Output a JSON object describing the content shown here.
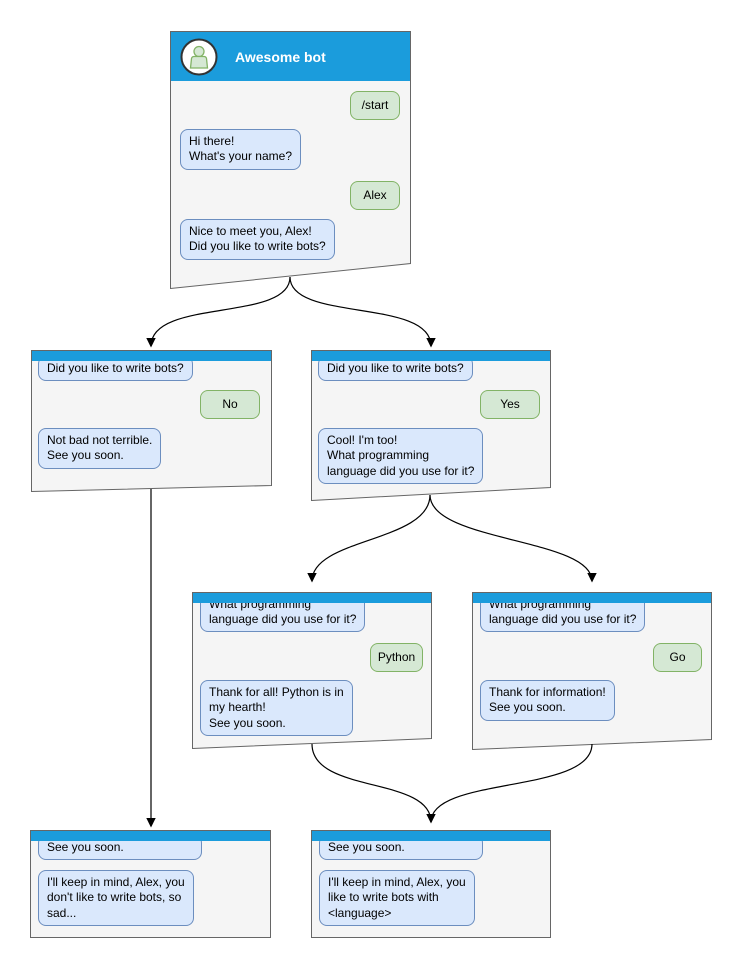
{
  "colors": {
    "header_blue": "#1B9CDC",
    "box_fill": "#F5F5F5",
    "box_stroke": "#666666",
    "bot_bubble_fill": "#DAE8FC",
    "bot_bubble_stroke": "#6C8EBF",
    "user_bubble_fill": "#D5E8D4",
    "user_bubble_stroke": "#82B366",
    "arrow_color": "#000000",
    "title_color": "#FFFFFF",
    "text_color": "#000000",
    "avatar_ring": "#333333"
  },
  "nodes": {
    "start": {
      "title": "Awesome bot",
      "messages": [
        {
          "from": "user",
          "text": "/start"
        },
        {
          "from": "bot",
          "text": "Hi there!\nWhat's your name?"
        },
        {
          "from": "user",
          "text": "Alex"
        },
        {
          "from": "bot",
          "text": "Nice to meet you, Alex!\nDid you like to write bots?"
        }
      ]
    },
    "branch_no": {
      "messages": [
        {
          "from": "bot",
          "text": "Did you like to write bots?"
        },
        {
          "from": "user",
          "text": "No"
        },
        {
          "from": "bot",
          "text": "Not bad not terrible.\nSee you soon."
        }
      ]
    },
    "branch_yes": {
      "messages": [
        {
          "from": "bot",
          "text": "Did you like to write bots?"
        },
        {
          "from": "user",
          "text": "Yes"
        },
        {
          "from": "bot",
          "text": "Cool! I'm too!\nWhat programming\nlanguage did you use for it?"
        }
      ]
    },
    "branch_python": {
      "messages": [
        {
          "from": "bot",
          "text": "What programming\nlanguage did you use for it?"
        },
        {
          "from": "user",
          "text": "Python"
        },
        {
          "from": "bot",
          "text": "Thank for all! Python is in\nmy hearth!\nSee you soon."
        }
      ]
    },
    "branch_go": {
      "messages": [
        {
          "from": "bot",
          "text": "What programming\nlanguage did you use for it?"
        },
        {
          "from": "user",
          "text": "Go"
        },
        {
          "from": "bot",
          "text": "Thank for information!\nSee you soon."
        }
      ]
    },
    "end_no": {
      "messages": [
        {
          "from": "bot",
          "text": "See you soon."
        },
        {
          "from": "bot",
          "text": "I'll keep in mind, Alex, you\ndon't like to write bots, so\nsad..."
        }
      ]
    },
    "end_yes": {
      "messages": [
        {
          "from": "bot",
          "text": "See you soon."
        },
        {
          "from": "bot",
          "text": "I'll keep in mind, Alex, you\nlike to write bots with\n<language>"
        }
      ]
    }
  },
  "edges": [
    {
      "from": "start",
      "to": "branch_no"
    },
    {
      "from": "start",
      "to": "branch_yes"
    },
    {
      "from": "branch_no",
      "to": "end_no"
    },
    {
      "from": "branch_yes",
      "to": "branch_python"
    },
    {
      "from": "branch_yes",
      "to": "branch_go"
    },
    {
      "from": "branch_python",
      "to": "end_yes"
    },
    {
      "from": "branch_go",
      "to": "end_yes"
    }
  ]
}
